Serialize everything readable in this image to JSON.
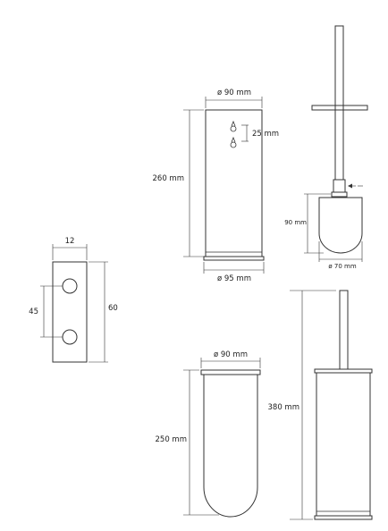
{
  "labels": {
    "mount_width": "12",
    "mount_spacing": "45",
    "mount_height": "60",
    "holder_top_diameter": "ø 90 mm",
    "holder_height": "260 mm",
    "keyhole_spacing": "25 mm",
    "holder_base_diameter": "ø 95 mm",
    "brush_head_height": "90 mm",
    "brush_head_diameter": "ø 70 mm",
    "insert_diameter": "ø 90 mm",
    "insert_height": "250 mm",
    "total_height": "380 mm"
  }
}
